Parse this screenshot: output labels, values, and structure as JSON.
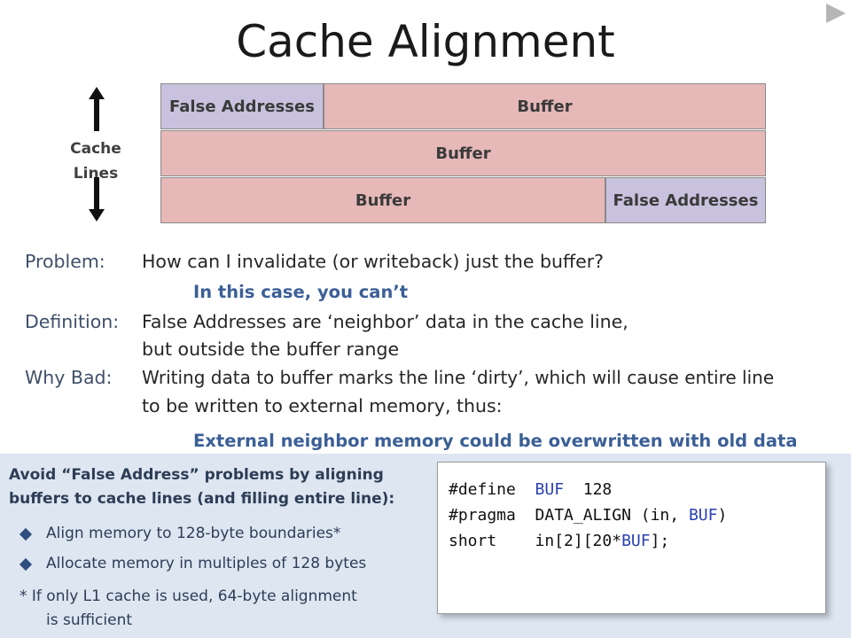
{
  "slide": {
    "title": "Cache Alignment"
  },
  "diagram": {
    "cache_lines_label_line1": "Cache",
    "cache_lines_label_line2": "Lines",
    "row1": {
      "false_label": "False Addresses",
      "buffer_label": "Buffer"
    },
    "row2": {
      "buffer_label": "Buffer"
    },
    "row3": {
      "buffer_label": "Buffer",
      "false_label": "False Addresses"
    }
  },
  "body": {
    "problem_label": "Problem:",
    "problem_text": "How can I invalidate (or writeback) just the buffer?",
    "problem_answer": "In this case, you can’t",
    "definition_label": "Definition:",
    "definition_line1": "False Addresses are ‘neighbor’ data in the cache line,",
    "definition_line2": "but outside the buffer range",
    "whybad_label": "Why Bad:",
    "whybad_line1": "Writing data to buffer marks the line ‘dirty’, which will cause entire line",
    "whybad_line2": "to be written to external memory, thus:",
    "whybad_result": "External neighbor memory could be overwritten with old data"
  },
  "panel": {
    "heading_line1": "Avoid “False Address” problems by aligning",
    "heading_line2": "buffers to cache lines (and filling entire line):",
    "bullets": [
      "Align memory to 128-byte boundaries*",
      "Allocate memory in multiples of 128 bytes"
    ],
    "footnote_line1": "* If only L1 cache is used, 64-byte alignment",
    "footnote_line2": "is sufficient"
  },
  "code": {
    "line1_a": "#define  ",
    "line1_kw": "BUF",
    "line1_b": "  128",
    "line2_a": "#pragma  DATA_ALIGN (in, ",
    "line2_kw": "BUF",
    "line2_b": ")",
    "line3_a": "short    in[2][20*",
    "line3_kw": "BUF",
    "line3_b": "];"
  },
  "colors": {
    "buffer_fill": "#e6b8b8",
    "false_address_fill": "#c9c2de",
    "emphasis_text": "#3b5f96",
    "panel_bg": "#dde6f1"
  },
  "icons": {
    "next": "play-triangle-icon",
    "cache_arrows": "vertical-double-arrow-icon"
  }
}
